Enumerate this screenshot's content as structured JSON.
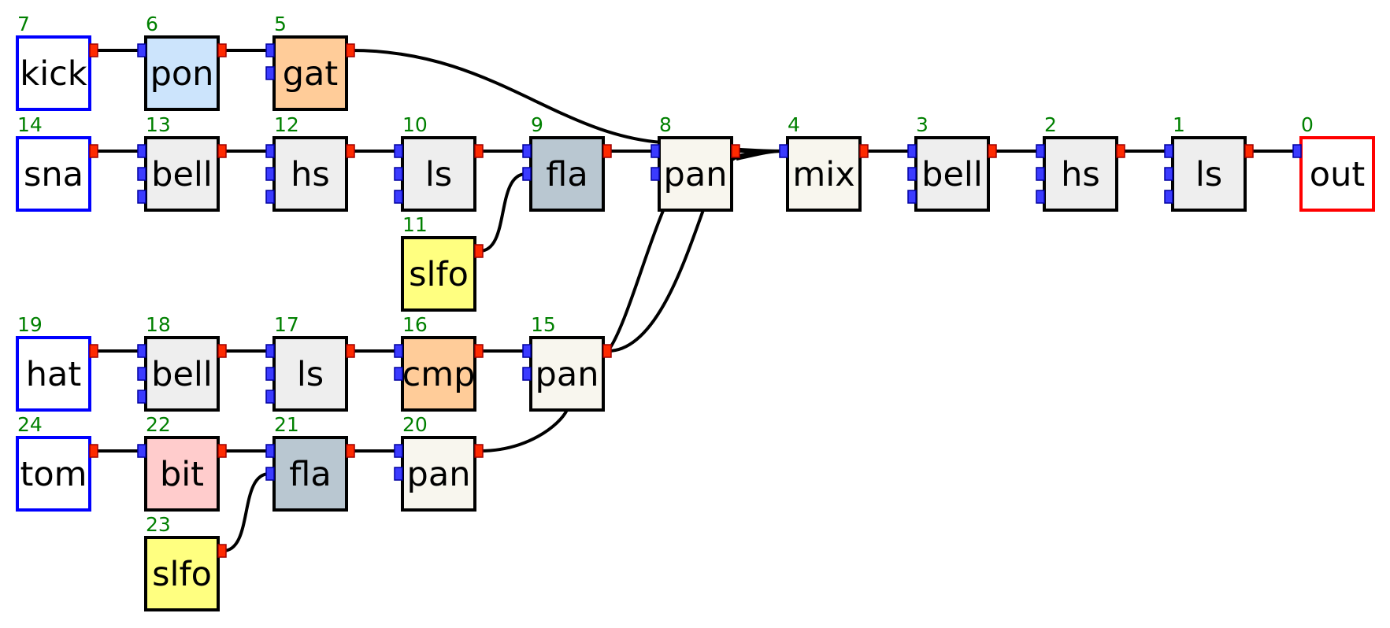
{
  "colors": {
    "wire": "#000000",
    "id_text": "#008000",
    "input_port": "#3b3bff",
    "output_port": "#ff2a00",
    "source_border": "#0000ff",
    "sink_border": "#ff0000",
    "node_border": "#000000"
  },
  "nodes": [
    {
      "id": "7",
      "label": "kick",
      "kind": "source",
      "fill": "#ffffff",
      "border": "#0000ff",
      "inputs": 0
    },
    {
      "id": "6",
      "label": "pon",
      "kind": "effect",
      "fill": "#cce4fc",
      "border": "#000000",
      "inputs": 1
    },
    {
      "id": "5",
      "label": "gat",
      "kind": "effect",
      "fill": "#ffcc99",
      "border": "#000000",
      "inputs": 2
    },
    {
      "id": "14",
      "label": "sna",
      "kind": "source",
      "fill": "#ffffff",
      "border": "#0000ff",
      "inputs": 0
    },
    {
      "id": "13",
      "label": "bell",
      "kind": "effect",
      "fill": "#eeeeee",
      "border": "#000000",
      "inputs": 3
    },
    {
      "id": "12",
      "label": "hs",
      "kind": "effect",
      "fill": "#eeeeee",
      "border": "#000000",
      "inputs": 3
    },
    {
      "id": "10",
      "label": "ls",
      "kind": "effect",
      "fill": "#eeeeee",
      "border": "#000000",
      "inputs": 3
    },
    {
      "id": "9",
      "label": "fla",
      "kind": "effect",
      "fill": "#b9c7d1",
      "border": "#000000",
      "inputs": 2
    },
    {
      "id": "8",
      "label": "pan",
      "kind": "effect",
      "fill": "#f8f6ee",
      "border": "#000000",
      "inputs": 2
    },
    {
      "id": "4",
      "label": "mix",
      "kind": "effect",
      "fill": "#f8f6ee",
      "border": "#000000",
      "inputs": 1
    },
    {
      "id": "3",
      "label": "bell",
      "kind": "effect",
      "fill": "#eeeeee",
      "border": "#000000",
      "inputs": 3
    },
    {
      "id": "2",
      "label": "hs",
      "kind": "effect",
      "fill": "#eeeeee",
      "border": "#000000",
      "inputs": 3
    },
    {
      "id": "1",
      "label": "ls",
      "kind": "effect",
      "fill": "#eeeeee",
      "border": "#000000",
      "inputs": 3
    },
    {
      "id": "0",
      "label": "out",
      "kind": "sink",
      "fill": "#ffffff",
      "border": "#ff0000",
      "inputs": 1
    },
    {
      "id": "11",
      "label": "slfo",
      "kind": "modulator",
      "fill": "#ffff80",
      "border": "#000000",
      "inputs": 0
    },
    {
      "id": "19",
      "label": "hat",
      "kind": "source",
      "fill": "#ffffff",
      "border": "#0000ff",
      "inputs": 0
    },
    {
      "id": "18",
      "label": "bell",
      "kind": "effect",
      "fill": "#eeeeee",
      "border": "#000000",
      "inputs": 3
    },
    {
      "id": "17",
      "label": "ls",
      "kind": "effect",
      "fill": "#eeeeee",
      "border": "#000000",
      "inputs": 3
    },
    {
      "id": "16",
      "label": "cmp",
      "kind": "effect",
      "fill": "#ffcc99",
      "border": "#000000",
      "inputs": 2
    },
    {
      "id": "15",
      "label": "pan",
      "kind": "effect",
      "fill": "#f8f6ee",
      "border": "#000000",
      "inputs": 2
    },
    {
      "id": "24",
      "label": "tom",
      "kind": "source",
      "fill": "#ffffff",
      "border": "#0000ff",
      "inputs": 0
    },
    {
      "id": "22",
      "label": "bit",
      "kind": "effect",
      "fill": "#ffcccc",
      "border": "#000000",
      "inputs": 1
    },
    {
      "id": "21",
      "label": "fla",
      "kind": "effect",
      "fill": "#b9c7d1",
      "border": "#000000",
      "inputs": 2
    },
    {
      "id": "20",
      "label": "pan",
      "kind": "effect",
      "fill": "#f8f6ee",
      "border": "#000000",
      "inputs": 2
    },
    {
      "id": "23",
      "label": "slfo",
      "kind": "modulator",
      "fill": "#ffff80",
      "border": "#000000",
      "inputs": 0
    }
  ],
  "edges": [
    {
      "from": "7",
      "to": "6",
      "port": 0
    },
    {
      "from": "6",
      "to": "5",
      "port": 0
    },
    {
      "from": "5",
      "to": "4",
      "port": 0
    },
    {
      "from": "14",
      "to": "13",
      "port": 0
    },
    {
      "from": "13",
      "to": "12",
      "port": 0
    },
    {
      "from": "12",
      "to": "10",
      "port": 0
    },
    {
      "from": "10",
      "to": "9",
      "port": 0
    },
    {
      "from": "11",
      "to": "9",
      "port": 1
    },
    {
      "from": "9",
      "to": "8",
      "port": 0
    },
    {
      "from": "8",
      "to": "4",
      "port": 0
    },
    {
      "from": "4",
      "to": "3",
      "port": 0
    },
    {
      "from": "3",
      "to": "2",
      "port": 0
    },
    {
      "from": "2",
      "to": "1",
      "port": 0
    },
    {
      "from": "1",
      "to": "0",
      "port": 0
    },
    {
      "from": "19",
      "to": "18",
      "port": 0
    },
    {
      "from": "18",
      "to": "17",
      "port": 0
    },
    {
      "from": "17",
      "to": "16",
      "port": 0
    },
    {
      "from": "16",
      "to": "15",
      "port": 0
    },
    {
      "from": "15",
      "to": "4",
      "port": 0
    },
    {
      "from": "20",
      "to": "15",
      "port": 0
    },
    {
      "from": "24",
      "to": "22",
      "port": 0
    },
    {
      "from": "22",
      "to": "21",
      "port": 0
    },
    {
      "from": "23",
      "to": "21",
      "port": 1
    },
    {
      "from": "21",
      "to": "20",
      "port": 0
    }
  ]
}
